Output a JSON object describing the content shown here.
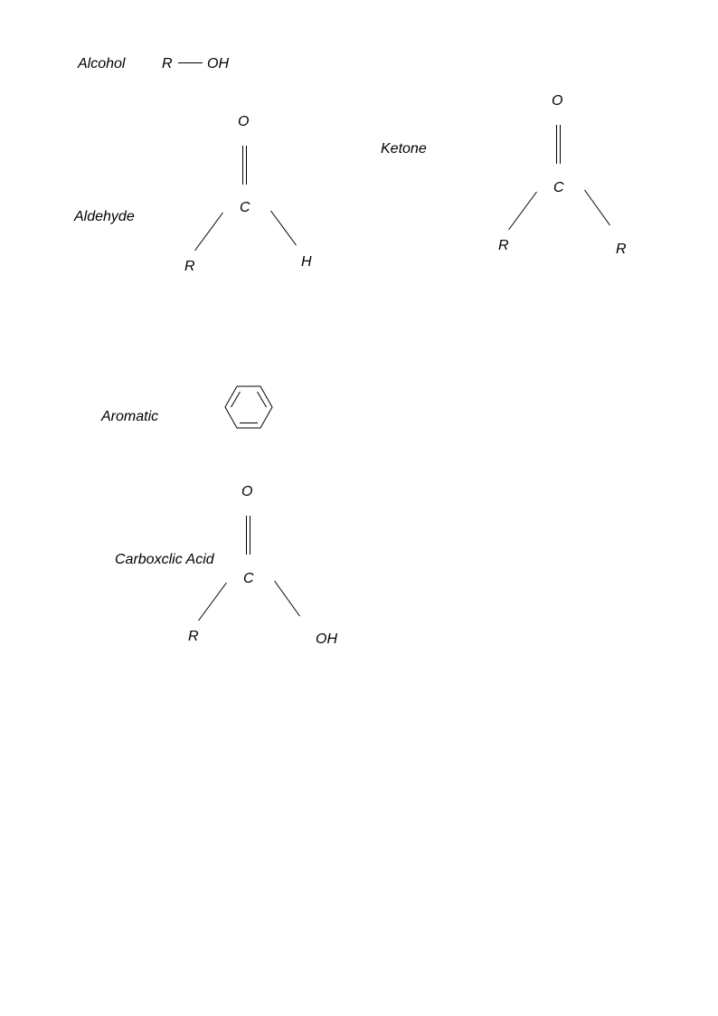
{
  "colors": {
    "ink": "#000000",
    "background": "#ffffff"
  },
  "groups": {
    "alcohol": {
      "name": "Alcohol",
      "atoms": {
        "r": "R",
        "oh": "OH"
      }
    },
    "aldehyde": {
      "name": "Aldehyde",
      "atoms": {
        "o": "O",
        "c": "C",
        "r": "R",
        "h": "H"
      }
    },
    "ketone": {
      "name": "Ketone",
      "atoms": {
        "o": "O",
        "c": "C",
        "r1": "R",
        "r2": "R"
      }
    },
    "aromatic": {
      "name": "Aromatic"
    },
    "carboxylic_acid": {
      "name": "Carboxclic Acid",
      "atoms": {
        "o": "O",
        "c": "C",
        "r": "R",
        "oh": "OH"
      }
    }
  }
}
